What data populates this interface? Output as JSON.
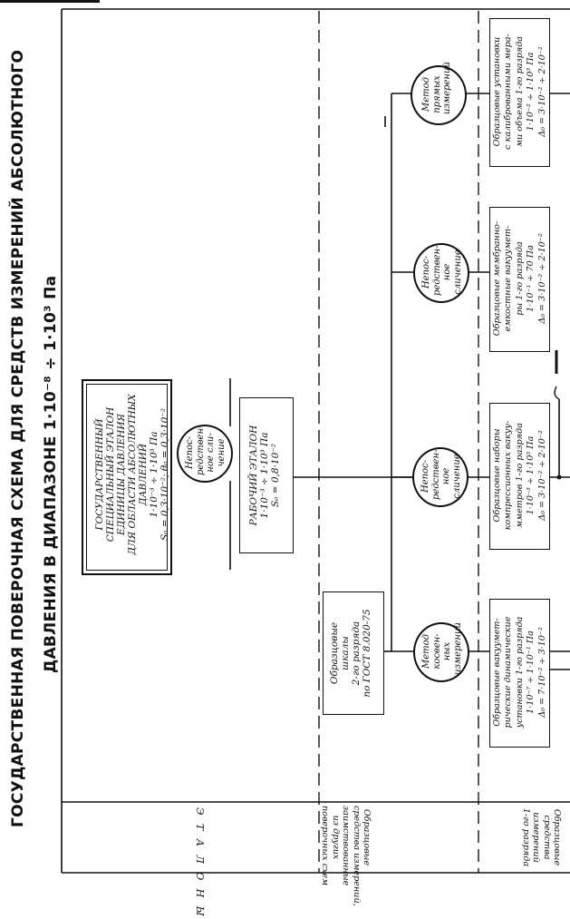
{
  "title": {
    "line1": "ГОСУДАРСТВЕННАЯ ПОВЕРОЧНАЯ СХЕМА ДЛЯ СРЕДСТВ ИЗМЕРЕНИЙ АБСОЛЮТНОГО",
    "line2": "ДАВЛЕНИЯ В ДИАПАЗОНЕ 1·10⁻⁸ ÷ 1·10³ Па"
  },
  "row_labels": {
    "etalons": "Э Т А Л О Н Ы",
    "obr2_l1": "Образцовые",
    "obr2_l2": "средства измерений,",
    "obr2_l3": "заимствованные",
    "obr2_l4": "из других",
    "obr2_l5": "поверочных схем",
    "obr1_l1": "Образцовые",
    "obr1_l2": "средства",
    "obr1_l3": "измерений",
    "obr1_l4": "1-го разряда"
  },
  "state_etalon": {
    "l1": "ГОСУДАРСТВЕННЫЙ",
    "l2": "СПЕЦИАЛЬНЫЙ ЭТАЛОН",
    "l3": "ЕДИНИЦЫ ДАВЛЕНИЯ",
    "l4": "ДЛЯ ОБЛАСТИ АБСОЛЮТНЫХ",
    "l5": "ДАВЛЕНИЙ",
    "l6": "1·10⁻³ ÷ 1·10³ Па",
    "l7": "S₀ = 0,3·10⁻²;  θ₀ = 0,3·10⁻²"
  },
  "working_etalon": {
    "l1": "РАБОЧИЙ   ЭТАЛОН",
    "l2": "1·10⁻³ ÷ 1·10³ Па",
    "l3": "S₀ = 0,8·10⁻²"
  },
  "methods": {
    "direct_comparison_top": [
      "Непос-",
      "редствен-",
      "ное сли-",
      "чение"
    ],
    "indirect": [
      "Метод",
      "косвен-",
      "ных",
      "измерений"
    ],
    "direct_comparison_1": [
      "Непос-",
      "редствен-",
      "ное",
      "сличение"
    ],
    "direct_comparison_2": [
      "Непос-",
      "редствен-",
      "ное",
      "сличение"
    ],
    "direct_measurement": [
      "Метод",
      "прямых",
      "измерений"
    ]
  },
  "borrowed_box": {
    "l1": "Образцовые",
    "l2": "шкалы",
    "l3": "2-го разряда",
    "l4": "по ГОСТ 8.020-75"
  },
  "cat1_boxes": [
    {
      "l1": "Образцовые вакуумет-",
      "l2": "рические динамические",
      "l3": "установки 1-го разряда",
      "l4": "1·10⁻⁷ ÷ 1·10⁻¹ Па",
      "l5": "Δ₀ = 7·10⁻² ÷ 3·10⁻²"
    },
    {
      "l1": "Образцовые наборы",
      "l2": "компрессионных вакуу-",
      "l3": "мметров 1-го разряда",
      "l4": "1·10⁻³ ÷ 1·10³ Па",
      "l5": "Δ₀ = 3·10⁻² ÷ 2·10⁻²"
    },
    {
      "l1": "Образцовые мембранно-",
      "l2": "емкостные вакуумет-",
      "l3": "ры 1-го разряда",
      "l4": "1·10⁻¹ ÷ 70 Па",
      "l5": "Δ₀ = 3·10⁻² ÷ 2·10⁻²"
    },
    {
      "l1": "Образцовые установки",
      "l2": "с калиброванными мера-",
      "l3": "ми объема 1-го разряда",
      "l4": "1·10⁻² ÷ 1·10³ Па",
      "l5": "Δ₀ = 3·10⁻² ÷ 2·10⁻²"
    }
  ]
}
